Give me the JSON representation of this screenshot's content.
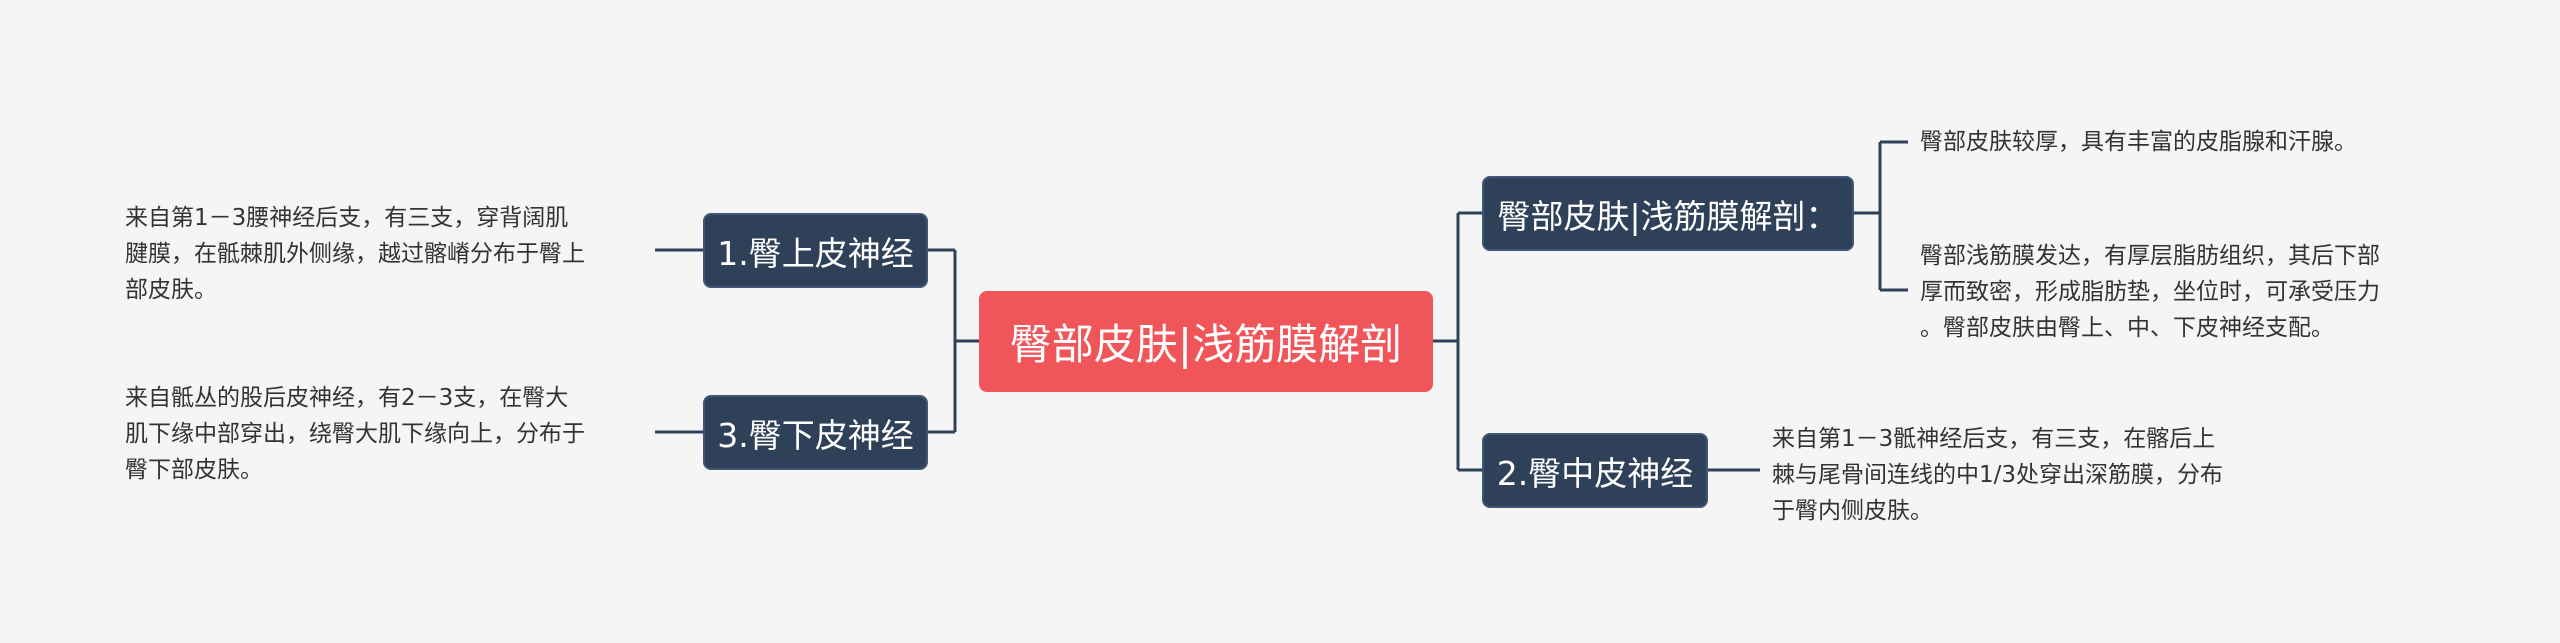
{
  "root": {
    "label": "臀部皮肤|浅筋膜解剖"
  },
  "left": [
    {
      "label": "1.臀上皮神经",
      "note": "来自第1－3腰神经后支，有三支，穿背阔肌\n腱膜，在骶棘肌外侧缘，越过髂嵴分布于臀上\n部皮肤。"
    },
    {
      "label": "3.臀下皮神经",
      "note": "来自骶丛的股后皮神经，有2－3支，在臀大\n肌下缘中部穿出，绕臀大肌下缘向上，分布于\n臀下部皮肤。"
    }
  ],
  "right": [
    {
      "label": "臀部皮肤|浅筋膜解剖：",
      "notes": [
        "臀部皮肤较厚，具有丰富的皮脂腺和汗腺。",
        "臀部浅筋膜发达，有厚层脂肪组织，其后下部\n厚而致密，形成脂肪垫，坐位时，可承受压力\n。臀部皮肤由臀上、中、下皮神经支配。"
      ]
    },
    {
      "label": "2.臀中皮神经",
      "note": "来自第1－3骶神经后支，有三支，在髂后上\n棘与尾骨间连线的中1/3处穿出深筋膜，分布\n于臀内侧皮肤。"
    }
  ],
  "colors": {
    "root": "#f0555a",
    "branch": "#2f4159",
    "line": "#2f4159",
    "background": "#f5f5f5"
  }
}
